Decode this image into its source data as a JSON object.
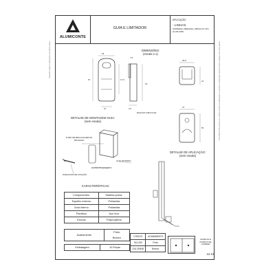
{
  "logo": {
    "brand": "ALUMICONTE",
    "mark_icon": "alumiconte-logo-icon"
  },
  "header": {
    "title": "GUIA E LIMITADOR",
    "aplicacao_label": "APLICAÇÃO",
    "linhas": "- LINHAS",
    "linhas_sub": "SUPREMA, MEDIANA, ABSOLUT/ HP+ ALUM-2300"
  },
  "side_note_left": "Desenho sujeito a alterações sem prévio aviso",
  "side_note_right": "A ALUMICONTE reserva-se o direito de fazer modificações no produto e informação descrita neste catálogo sem aviso prévio",
  "dimensoes": {
    "title": "DIMENSÕES:",
    "scale": "(escala 1:1)",
    "dims": [
      "18",
      "7,5",
      "57",
      "17,5",
      "19",
      "25,5",
      "10",
      "2,5",
      "21",
      "27",
      "52"
    ],
    "escova": "ESCOVA CIRCULAR"
  },
  "montagem": {
    "title": "DETALHE DE MONTAGEM GUIA:",
    "scale": "(sem escala)",
    "furo": "FURO DE REGULAGEM DA ROLDANA",
    "guia_interno": "GUIA INTERNO",
    "espelho": "ESPELHO EXTERNO",
    "parafuso": "PARAFUSO DE FIXAÇÃO"
  },
  "aplicacao": {
    "title": "DETALHE DE APLICAÇÃO:",
    "scale": "(sem escala)"
  },
  "caracteristicas": {
    "title": "CARACTERÍSTICAS:",
    "headers": [
      "Componentes:",
      "Matéria-prima:"
    ],
    "rows": [
      [
        "Espelho externo",
        "Poliamida"
      ],
      [
        "Guia interno",
        "Poliamida"
      ],
      [
        "Parafuso",
        "Aço Inox"
      ],
      [
        "Escova",
        "Polipropileno"
      ]
    ]
  },
  "acabamento": {
    "label": "Acabamento",
    "values": [
      "Preto",
      "Branco"
    ]
  },
  "embalagem": {
    "label": "Embalagem",
    "value": "10 Peças"
  },
  "codigos": {
    "headers": [
      "CÓDIGO",
      "ACABAMENTO"
    ],
    "rows": [
      [
        "GUI-250",
        "Preto"
      ],
      [
        "GUI-250NB",
        "Branco"
      ]
    ]
  },
  "janelas": "JANELAS E PORTAS DE CORRER",
  "page_number": "12.13"
}
